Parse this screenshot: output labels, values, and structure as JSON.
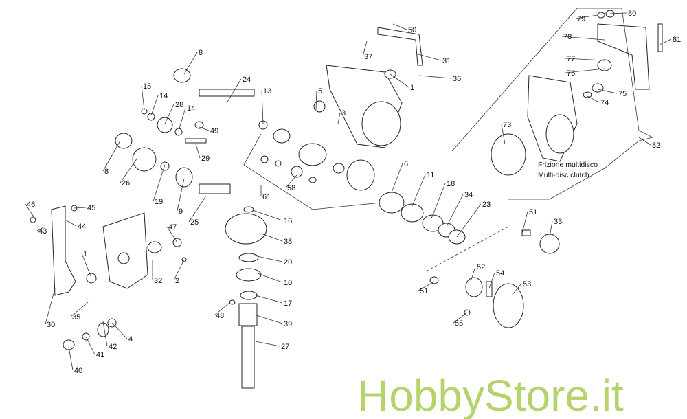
{
  "diagram": {
    "labels": [
      "8",
      "24",
      "15",
      "14",
      "28",
      "14",
      "13",
      "49",
      "29",
      "8",
      "26",
      "19",
      "9",
      "25",
      "5",
      "3",
      "50",
      "37",
      "31",
      "1",
      "36",
      "6",
      "11",
      "18",
      "34",
      "23",
      "58",
      "61",
      "16",
      "38",
      "20",
      "10",
      "17",
      "39",
      "48",
      "27",
      "46",
      "45",
      "44",
      "43",
      "47",
      "32",
      "2",
      "1",
      "30",
      "35",
      "4",
      "42",
      "41",
      "40",
      "51",
      "33",
      "52",
      "54",
      "53",
      "51",
      "55",
      "79",
      "80",
      "78",
      "81",
      "77",
      "76",
      "75",
      "74",
      "73",
      "82"
    ],
    "clutch_note": {
      "it": "Frizione multidisco",
      "en": "Multi-disc clutch"
    },
    "watermark": "HobbyStore.it"
  },
  "colors": {
    "watermark": "#9bc53d",
    "lines": "#222222"
  }
}
